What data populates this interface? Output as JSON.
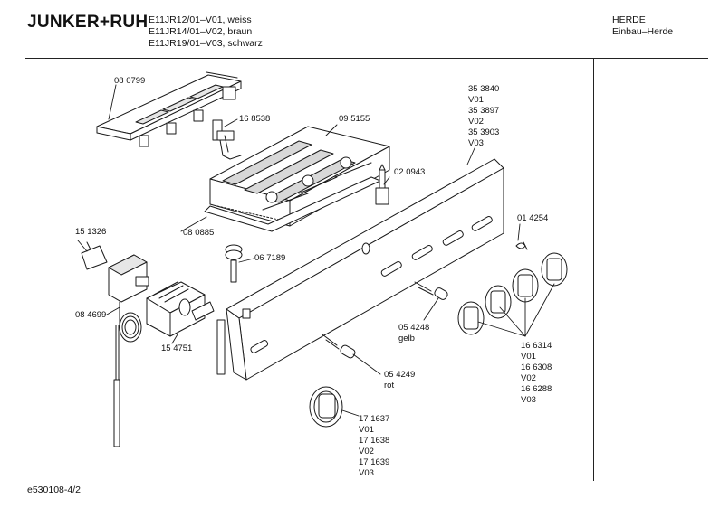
{
  "header": {
    "brand": "JUNKER+RUH",
    "models": [
      "E11JR12/01–V01, weiss",
      "E11JR14/01–V02, braun",
      "E11JR19/01–V03, schwarz"
    ],
    "category": "HERDE",
    "subcategory": "Einbau–Herde"
  },
  "footer": {
    "doc_id": "e530108-4/2"
  },
  "parts": {
    "p080799": [
      "08 0799"
    ],
    "p168538": [
      "16 8538"
    ],
    "p095155": [
      "09 5155"
    ],
    "p353840": [
      "35 3840",
      "V01",
      "35 3897",
      "V02",
      "35 3903",
      "V03"
    ],
    "p020943": [
      "02 0943"
    ],
    "p080885": [
      "08 0885"
    ],
    "p014254": [
      "01 4254"
    ],
    "p151326": [
      "15 1326"
    ],
    "p067189": [
      "06 7189"
    ],
    "p084699": [
      "08 4699"
    ],
    "p154751": [
      "15 4751"
    ],
    "p054248": [
      "05 4248",
      "gelb"
    ],
    "p166314": [
      "16 6314",
      "V01",
      "16 6308",
      "V02",
      "16 6288",
      "V03"
    ],
    "p054249": [
      "05 4249",
      "rot"
    ],
    "p171637": [
      "17 1637",
      "V01",
      "17 1638",
      "V02",
      "17 1639",
      "V03"
    ]
  }
}
